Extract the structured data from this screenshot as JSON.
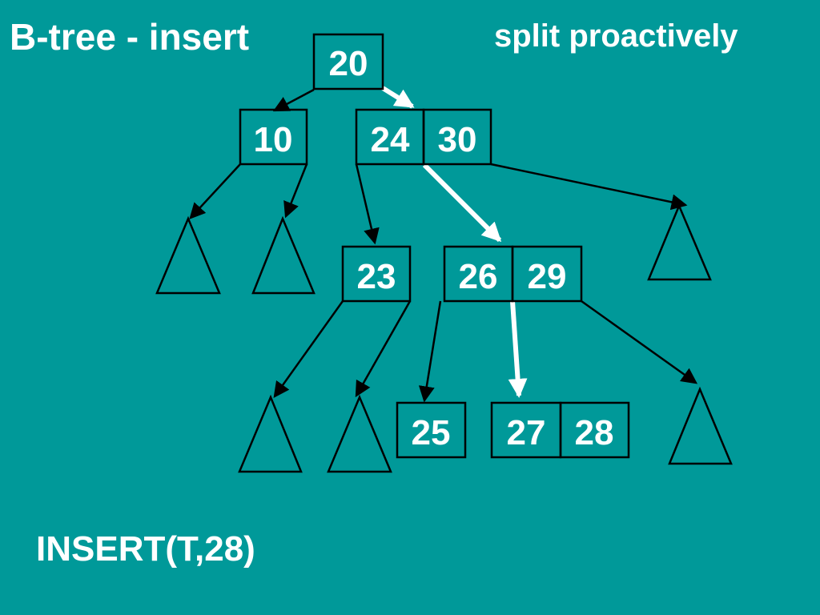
{
  "title": "B-tree - insert",
  "subtitle": "split proactively",
  "operation": "INSERT(T,28)",
  "colors": {
    "background": "#009999",
    "text": "#ffffff",
    "line": "#000000",
    "insert_path": "#ffffff"
  },
  "nodes": {
    "root": {
      "keys": [
        "20"
      ]
    },
    "n10": {
      "keys": [
        "10"
      ]
    },
    "n2430": {
      "keys": [
        "24",
        "30"
      ]
    },
    "n23": {
      "keys": [
        "23"
      ]
    },
    "n2629": {
      "keys": [
        "26",
        "29"
      ]
    },
    "n25": {
      "keys": [
        "25"
      ]
    },
    "n2728": {
      "keys": [
        "27",
        "28"
      ]
    }
  },
  "insert_path": [
    "20",
    "24 30",
    "26 29",
    "27 28"
  ]
}
